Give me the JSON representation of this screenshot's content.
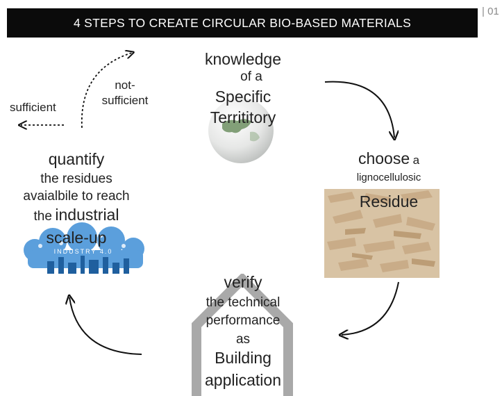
{
  "header": {
    "title": "4 STEPS TO CREATE CIRCULAR BIO-BASED MATERIALS",
    "page_number": "| 01"
  },
  "steps": {
    "knowledge": {
      "line1": "knowledge",
      "line2": "of a",
      "line3": "Specific",
      "line4": "Territitory"
    },
    "choose": {
      "line1": "choose",
      "line1b": "a",
      "line2": "lignocellulosic",
      "line3": "Residue"
    },
    "verify": {
      "line1": "verify",
      "line2": "the technical",
      "line3": "performance",
      "line4": "as",
      "line5": "Building",
      "line6": "application"
    },
    "quantify": {
      "line1": "quantify",
      "line2": "the residues",
      "line3": "avaialbile to reach",
      "line4a": "the",
      "line4b": "industrial",
      "line5": "scale-up",
      "badge": "INDUSTRY 4.0"
    }
  },
  "feedback": {
    "sufficient": "sufficient",
    "not_sufficient_1": "not-",
    "not_sufficient_2": "sufficient"
  },
  "colors": {
    "banner": "#0b0b0b",
    "house": "#a9a9a9",
    "globe_land": "#6d8f62",
    "city_blue": "#3f8fd6",
    "wood": "#c9ac88"
  }
}
